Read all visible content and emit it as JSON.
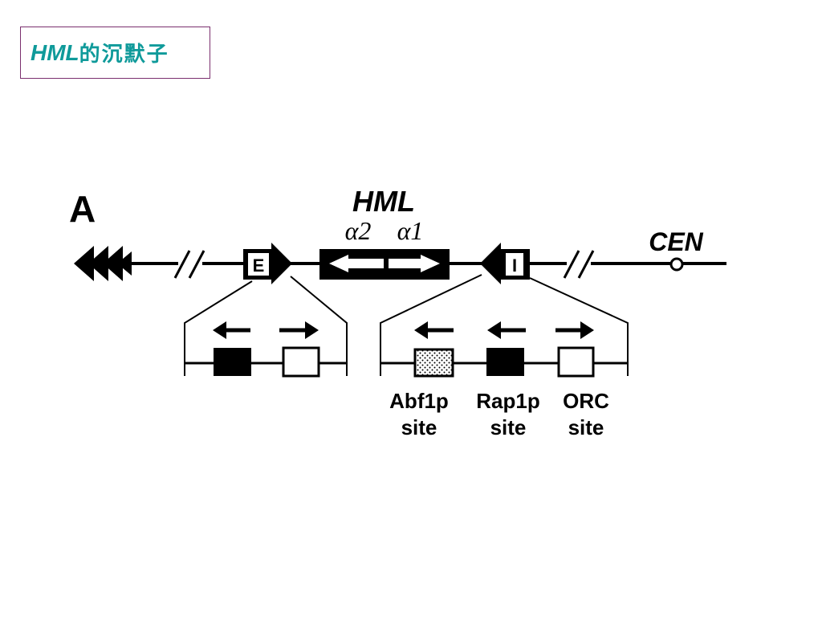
{
  "slide": {
    "title_latin": "HML",
    "title_cjk": "的沉默子"
  },
  "diagram": {
    "panel_label": "A",
    "locus_label": "HML",
    "gene_alpha2": "α2",
    "gene_alpha1": "α1",
    "centromere_label": "CEN",
    "silencer_e_label": "E",
    "silencer_i_label": "I",
    "sites": [
      {
        "line1": "Abf1p",
        "line2": "site"
      },
      {
        "line1": "Rap1p",
        "line2": "site"
      },
      {
        "line1": "ORC",
        "line2": "site"
      }
    ],
    "colors": {
      "title": "#0f9a9a",
      "title_border": "#7a2f6e",
      "ink": "#000000"
    }
  }
}
